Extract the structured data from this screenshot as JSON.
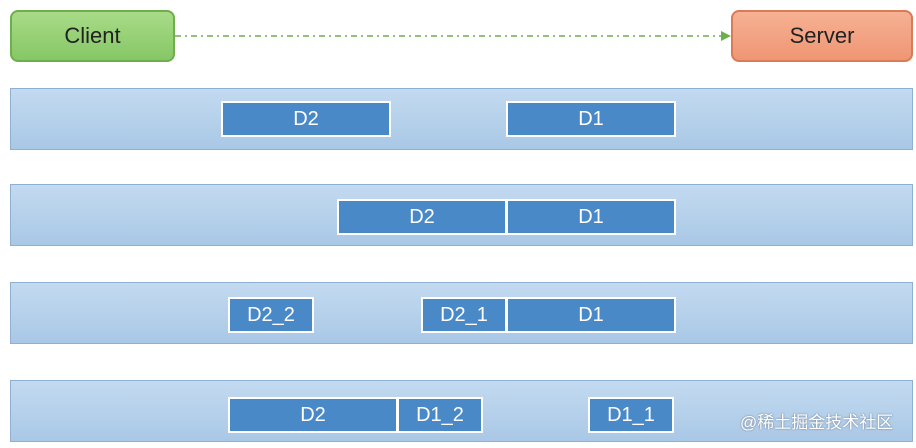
{
  "endpoints": {
    "client": "Client",
    "server": "Server"
  },
  "rows": [
    {
      "packets": [
        "D2",
        "D1"
      ]
    },
    {
      "packets": [
        "D2",
        "D1"
      ]
    },
    {
      "packets": [
        "D2_2",
        "D2_1",
        "D1"
      ]
    },
    {
      "packets": [
        "D2",
        "D1_2",
        "D1_1"
      ]
    }
  ],
  "watermark": "@稀土掘金技术社区",
  "colors": {
    "client_fill": "#8fcd6e",
    "server_fill": "#f29d7b",
    "band_fill": "#b7d1ec",
    "packet_fill": "#4a89c8",
    "arrow": "#6fae4c"
  }
}
